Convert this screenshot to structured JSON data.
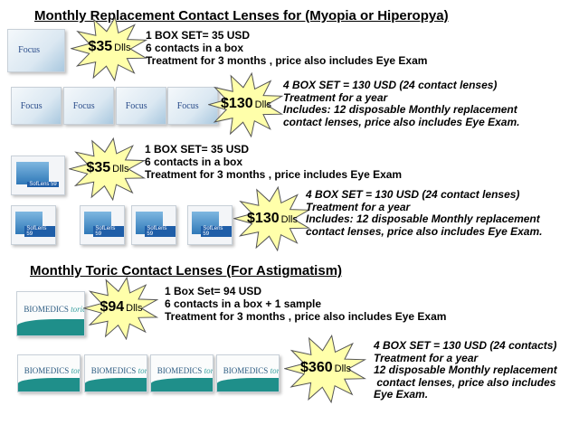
{
  "section1": {
    "title": "Monthly Replacement Contact Lenses for (Myopia or Hiperopya)",
    "offers": [
      {
        "brand": "Focus",
        "price": "$35",
        "unit": "Dlls",
        "lines": [
          "1 BOX SET= 35 USD",
          "6 contacts in a box",
          "Treatment for 3 months , price also includes Eye Exam"
        ]
      },
      {
        "brand": "Focus",
        "price": "$130",
        "unit": "Dlls",
        "lines": [
          "4 BOX SET = 130 USD (24 contact lenses)",
          "Treatment for a year",
          "Includes: 12 disposable  Monthly replacement",
          "contact lenses, price also includes Eye Exam."
        ]
      },
      {
        "brand": "SofLens 59",
        "price": "$35",
        "unit": "Dlls",
        "lines": [
          "1 BOX SET= 35 USD",
          "6 contacts in a box",
          "Treatment for 3 months , price includes Eye Exam"
        ]
      },
      {
        "brand": "SofLens 59",
        "price": "$130",
        "unit": "Dlls",
        "lines": [
          "4 BOX SET = 130 USD (24 contact lenses)",
          "Treatment for a year",
          "Includes: 12 disposable  Monthly replacement",
          "contact lenses, price also includes Eye Exam."
        ]
      }
    ]
  },
  "section2": {
    "title": "Monthly Toric Contact Lenses (For Astigmatism)",
    "offers": [
      {
        "brand": "BIOMEDICS",
        "brand2": "toric",
        "price": "$94",
        "unit": "Dlls",
        "lines": [
          "1 Box Set= 94 USD",
          "6 contacts in a box + 1 sample",
          "Treatment for 3 months , price also includes Eye Exam"
        ]
      },
      {
        "brand": "BIOMEDICS",
        "brand2": "toric",
        "price": "$360",
        "unit": "Dlls",
        "lines": [
          "4 BOX SET = 130 USD (24 contacts)",
          "Treatment for a year",
          "12 disposable  Monthly replacement",
          " contact lenses, price also includes",
          "Eye Exam."
        ]
      }
    ]
  },
  "colors": {
    "star_fill": "#ffffaa",
    "star_stroke": "#555555",
    "teal": "#1f8f8a"
  }
}
